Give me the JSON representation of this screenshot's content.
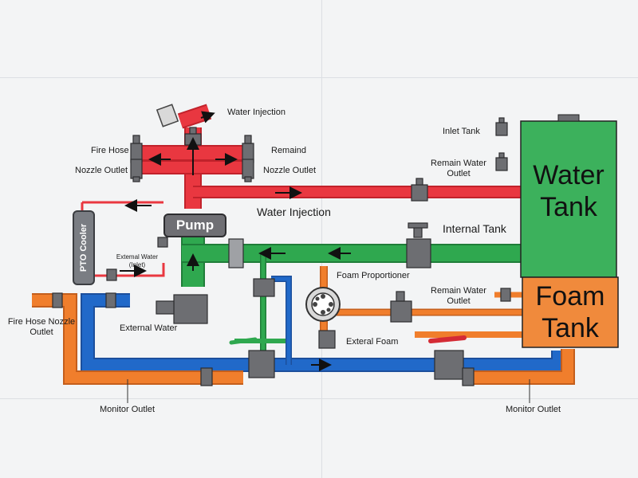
{
  "colors": {
    "water": "#e93740",
    "green": "#2fa84f",
    "blue": "#2169c9",
    "orange": "#f07e2c",
    "valve": "#6d6e72",
    "water_tank": "#3cb15c",
    "foam_tank": "#f08a3c"
  },
  "tanks": {
    "water_line1": "Water",
    "water_line2": "Tank",
    "foam_line1": "Foam",
    "foam_line2": "Tank"
  },
  "components": {
    "pump": "Pump",
    "pto_cooler": "PTO Cooler"
  },
  "labels": {
    "water_injection_top": "Water Injection",
    "fire_hose": "Fire Hose",
    "nozzle_outlet_left": "Nozzle Outlet",
    "remaind": "Remaind",
    "nozzle_outlet_right": "Nozzle Outlet",
    "inlet_tank": "Inlet Tank",
    "remain_water_tank_1": "Remain Water",
    "remain_water_tank_2": "Outlet",
    "water_injection_mid": "Water Injection",
    "internal_tank": "Internal Tank",
    "external_water_small_1": "Extemal Water",
    "external_water_small_2": "(Inlet)",
    "foam_proportioner": "Foam Proportioner",
    "remain_water_foam_1": "Remain Water",
    "remain_water_foam_2": "Outlet",
    "fire_hose_nozzle_1": "Fire Hose Nozzle",
    "fire_hose_nozzle_2": "Outlet",
    "external_water": "External Water",
    "external_foam": "Exteral Foam",
    "monitor_outlet_left": "Monitor Outlet",
    "monitor_outlet_right": "Monitor Outlet"
  },
  "icons": [
    "valve-icon",
    "flow-arrow-icon",
    "foam-proportioner-icon",
    "handle-icon"
  ]
}
